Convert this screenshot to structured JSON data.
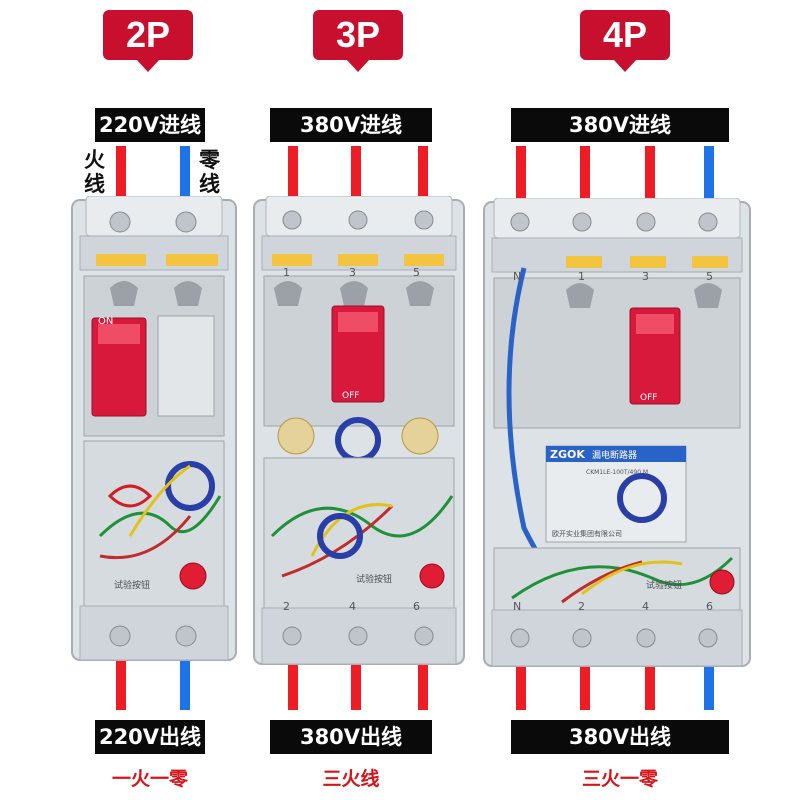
{
  "panels": [
    {
      "id": "2p",
      "badge": "2P",
      "input_label": "220V进线",
      "output_label": "220V出线",
      "caption": "一火一零",
      "side_labels": {
        "left": "火线",
        "right": "零线"
      },
      "wires": [
        "live",
        "neutral"
      ],
      "body_text": {
        "on": "ON",
        "test": "试验按钮"
      }
    },
    {
      "id": "3p",
      "badge": "3P",
      "input_label": "380V进线",
      "output_label": "380V出线",
      "caption": "三火线",
      "wires": [
        "live",
        "live",
        "live"
      ],
      "terminal_numbers_top": [
        "1",
        "3",
        "5"
      ],
      "terminal_numbers_bottom": [
        "2",
        "4",
        "6"
      ],
      "body_text": {
        "off": "OFF",
        "test": "试验按钮"
      }
    },
    {
      "id": "4p",
      "badge": "4P",
      "input_label": "380V进线",
      "output_label": "380V出线",
      "caption": "三火一零",
      "wires": [
        "neutral",
        "live",
        "live",
        "live"
      ],
      "terminal_numbers_top": [
        "N",
        "1",
        "3",
        "5"
      ],
      "terminal_numbers_bottom": [
        "N",
        "2",
        "4",
        "6"
      ],
      "body_text": {
        "brand": "ZGOK",
        "brand_cn": "漏电断路器",
        "model": "CKM1LE-100T/490 M",
        "maker": "欧开实业集团有限公司",
        "off": "OFF",
        "test": "试验按钮"
      }
    }
  ],
  "colors": {
    "accent": "#c8102e",
    "live": "#ee1c25",
    "neutral": "#1e73e8",
    "bar": "#0a0a0a",
    "caption": "#d7141a"
  }
}
